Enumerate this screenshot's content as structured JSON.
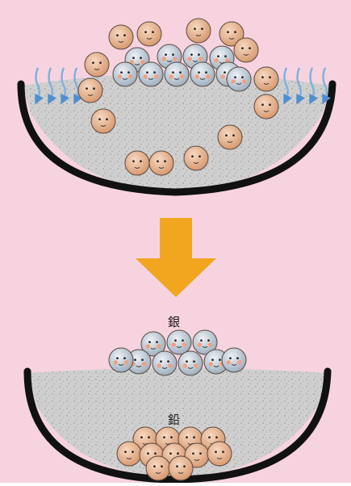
{
  "labels": {
    "silver": "銀",
    "lead": "鉛"
  },
  "colors": {
    "background": "#f7d3e0",
    "pan_rim": "#111111",
    "molten": "#c9c9c9",
    "arrow": "#f2a51f",
    "air_arrow": "#4f8fcf",
    "lead_ball": "#e8b995",
    "silver_ball": "#b9c6d2",
    "cheek": "#e88a6a"
  },
  "icons": {
    "lead_atom": "face-ball-orange",
    "silver_atom": "face-ball-grey",
    "air_flow": "wavy-down-arrow-icon",
    "process": "down-arrow-icon"
  }
}
